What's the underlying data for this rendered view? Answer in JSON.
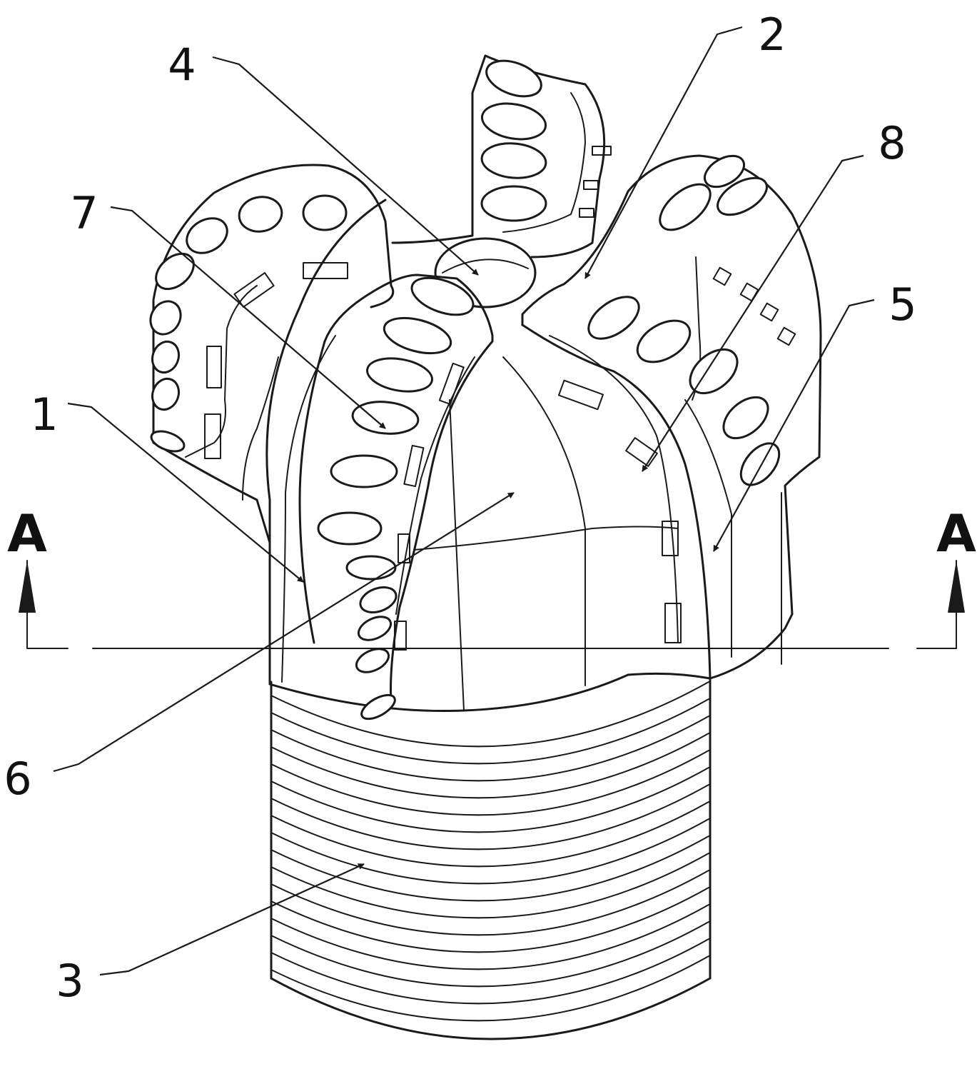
{
  "labels": [
    "1",
    "2",
    "3",
    "4",
    "5",
    "6",
    "7",
    "8"
  ],
  "section": {
    "left": "A",
    "right": "A"
  },
  "colors": {
    "line": "#1a1a1a",
    "background": "#ffffff"
  },
  "icons": {
    "arrowhead": "filled-triangle"
  }
}
